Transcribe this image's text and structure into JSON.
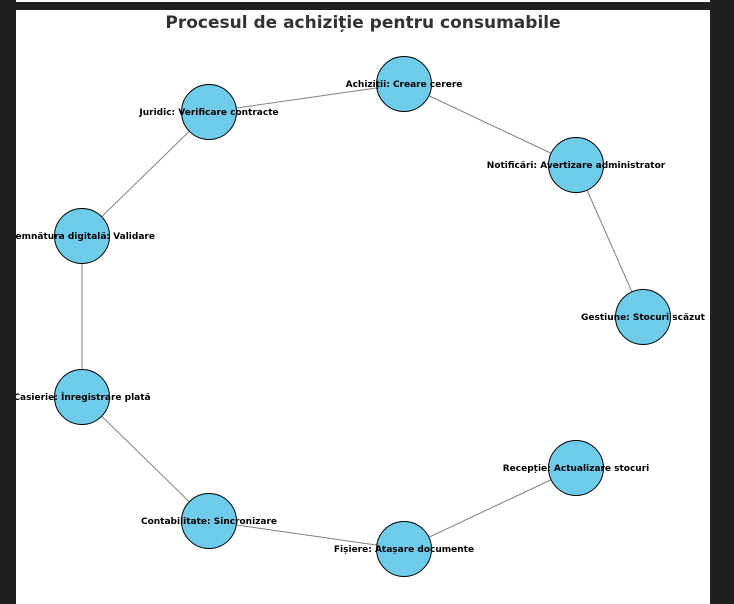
{
  "title": "Procesul de achiziție pentru consumabile",
  "colors": {
    "node_fill": "#6ecbe9",
    "node_stroke": "#000000",
    "edge": "#808080",
    "title": "#333333",
    "background": "#ffffff",
    "frame": "#1f1f1f"
  },
  "nodes": [
    {
      "id": "achizitii",
      "label": "Achiziții: Creare cerere"
    },
    {
      "id": "notificari",
      "label": "Notificări: Avertizare administrator"
    },
    {
      "id": "gestiune",
      "label": "Gestiune: Stocuri scăzut"
    },
    {
      "id": "receptie",
      "label": "Recepție: Actualizare stocuri"
    },
    {
      "id": "fisiere",
      "label": "Fișiere: Atașare documente"
    },
    {
      "id": "contabilitate",
      "label": "Contabilitate: Sincronizare"
    },
    {
      "id": "casierie",
      "label": "Casierie: Înregistrare plată"
    },
    {
      "id": "semnatura",
      "label": "Semnătura digitală: Validare"
    },
    {
      "id": "juridic",
      "label": "Juridic: Verificare contracte"
    }
  ],
  "edges": [
    [
      "juridic",
      "achizitii"
    ],
    [
      "achizitii",
      "notificari"
    ],
    [
      "notificari",
      "gestiune"
    ],
    [
      "juridic",
      "semnatura"
    ],
    [
      "semnatura",
      "casierie"
    ],
    [
      "casierie",
      "contabilitate"
    ],
    [
      "contabilitate",
      "fisiere"
    ],
    [
      "fisiere",
      "receptie"
    ]
  ]
}
